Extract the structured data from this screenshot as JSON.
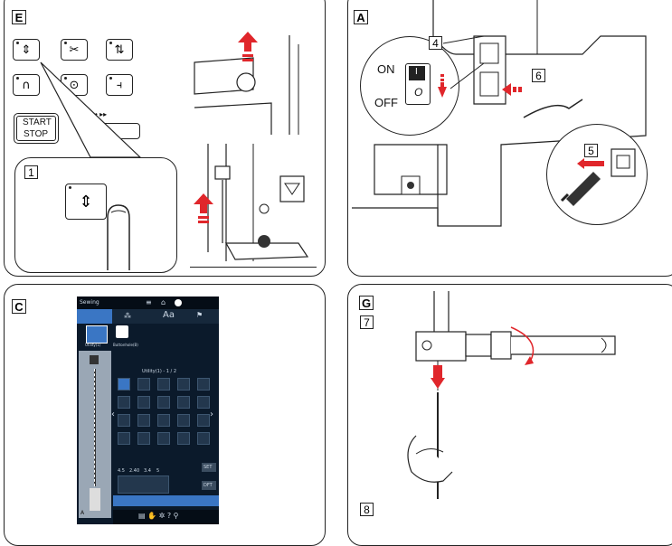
{
  "panels": {
    "E": {
      "label": "E",
      "step_number": "1",
      "start_label": "START",
      "stop_label": "STOP",
      "speed_marks": "•   •   •   ▸▸"
    },
    "C": {
      "label": "C",
      "screen": {
        "app_title": "Sewing",
        "tab_aa": "Aa",
        "pattern_1": "Utility(1)",
        "pattern_2": "Buttonhole(B)",
        "page_indicator": "Utility(1) - 1 / 2",
        "value_labels": [
          "4.5",
          "2.40",
          "3.4",
          "5"
        ],
        "button_set": "SET",
        "button_dft": "DFT",
        "foot_letter": "A"
      }
    },
    "A": {
      "label": "A",
      "step_4": "4",
      "step_5": "5",
      "step_6": "6",
      "on_label": "ON",
      "off_label": "OFF",
      "switch_i": "I",
      "switch_o": "O"
    },
    "G": {
      "label": "G",
      "step_7": "7",
      "step_8": "8"
    }
  },
  "icons": [
    "needle-up-down-icon",
    "scissors-icon",
    "reverse-icon",
    "lock-stitch-icon",
    "needle-stop-icon",
    "auto-lock-icon",
    "hand-press-icon",
    "arrow-up-icon",
    "screwdriver-icon",
    "plug-icon",
    "power-switch-icon"
  ],
  "colors": {
    "accent_red": "#e0262b",
    "screen_bg": "#0b1a2b",
    "outline": "#222222"
  }
}
